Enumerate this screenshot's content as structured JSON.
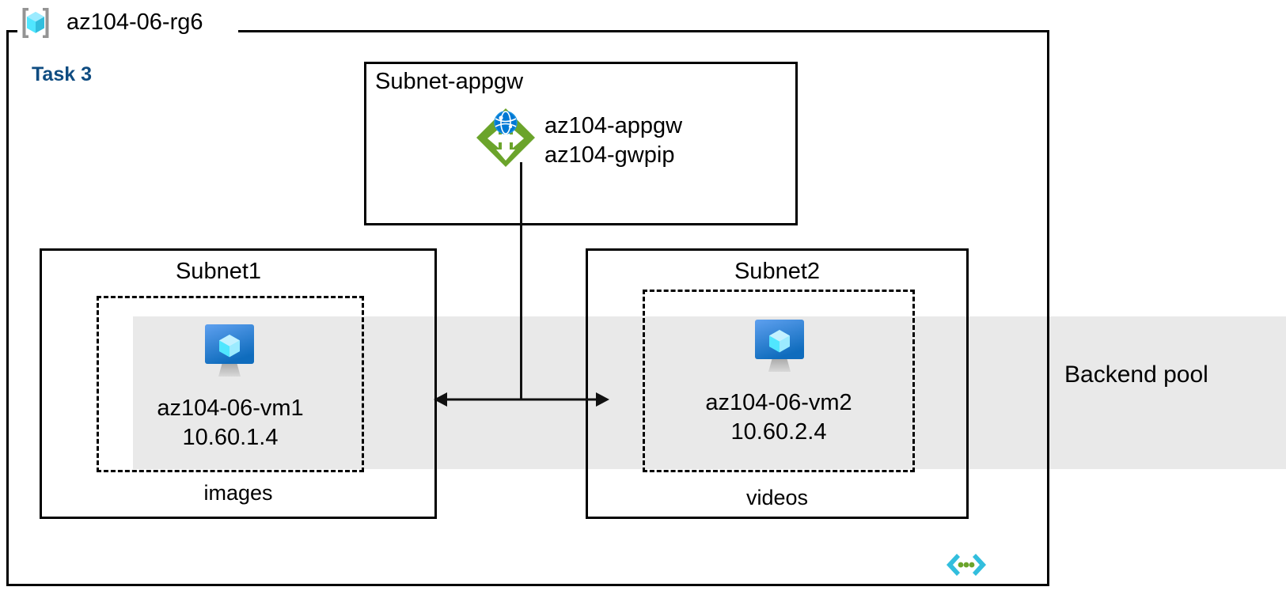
{
  "diagram": {
    "resource_group": {
      "name": "az104-06-rg6",
      "icon": "resource-group-cube-icon"
    },
    "task_label": "Task 3",
    "accent_color": "#0F4C81",
    "band_color": "#E9E9E9",
    "backend_pool": {
      "label": "Backend pool"
    },
    "corner_icon": "virtual-network-code-icon",
    "subnets": [
      {
        "id": "appgw",
        "title": "Subnet-appgw",
        "icon": "application-gateway-icon",
        "resources": [
          "az104-appgw",
          "az104-gwpip"
        ]
      },
      {
        "id": "subnet1",
        "title": "Subnet1",
        "icon": "virtual-machine-icon",
        "vm_name": "az104-06-vm1",
        "vm_ip": "10.60.1.4",
        "footer": "images"
      },
      {
        "id": "subnet2",
        "title": "Subnet2",
        "icon": "virtual-machine-icon",
        "vm_name": "az104-06-vm2",
        "vm_ip": "10.60.2.4",
        "footer": "videos"
      }
    ],
    "connectors": [
      {
        "id": "appgw-to-subnets",
        "style": "double-headed-horizontal-arrow",
        "from": "Subnet1",
        "to": "Subnet2"
      }
    ]
  }
}
